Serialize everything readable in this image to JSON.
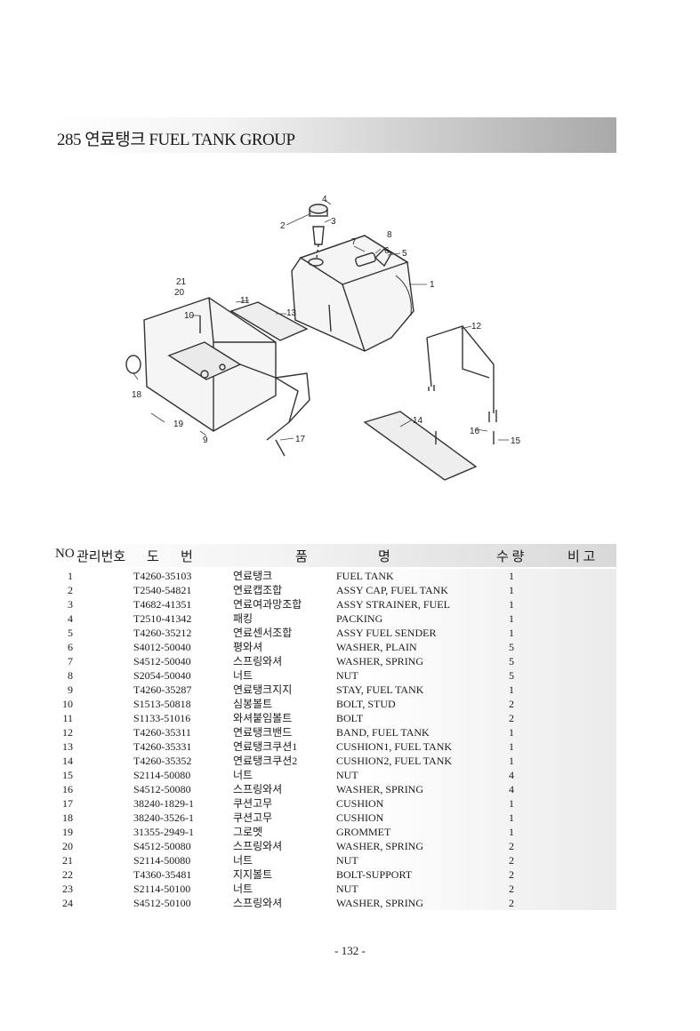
{
  "header": {
    "number": "285",
    "title_kr": "연료탱크",
    "title_en": "FUEL TANK GROUP"
  },
  "table_header": {
    "no": "NO",
    "mgmt": "관리번호",
    "drawing_1": "도",
    "drawing_2": "번",
    "name_1": "품",
    "name_2": "명",
    "qty": "수 량",
    "remark": "비 고"
  },
  "diagram_callouts": [
    "1",
    "2",
    "3",
    "4",
    "5",
    "6",
    "7",
    "8",
    "9",
    "10",
    "11",
    "12",
    "13",
    "14",
    "15",
    "16",
    "17",
    "18",
    "19",
    "20",
    "21"
  ],
  "parts": [
    {
      "no": "1",
      "part_no": "T4260-35103",
      "name_kr": "연료탱크",
      "name_en": "FUEL TANK",
      "qty": "1"
    },
    {
      "no": "2",
      "part_no": "T2540-54821",
      "name_kr": "연료캡조합",
      "name_en": "ASSY CAP, FUEL TANK",
      "qty": "1"
    },
    {
      "no": "3",
      "part_no": "T4682-41351",
      "name_kr": "연료여과망조합",
      "name_en": "ASSY STRAINER, FUEL",
      "qty": "1"
    },
    {
      "no": "4",
      "part_no": "T2510-41342",
      "name_kr": "패킹",
      "name_en": "PACKING",
      "qty": "1"
    },
    {
      "no": "5",
      "part_no": "T4260-35212",
      "name_kr": "연료센서조합",
      "name_en": "ASSY FUEL SENDER",
      "qty": "1"
    },
    {
      "no": "6",
      "part_no": "S4012-50040",
      "name_kr": "평와셔",
      "name_en": "WASHER, PLAIN",
      "qty": "5"
    },
    {
      "no": "7",
      "part_no": "S4512-50040",
      "name_kr": "스프링와셔",
      "name_en": "WASHER, SPRING",
      "qty": "5"
    },
    {
      "no": "8",
      "part_no": "S2054-50040",
      "name_kr": "너트",
      "name_en": "NUT",
      "qty": "5"
    },
    {
      "no": "9",
      "part_no": "T4260-35287",
      "name_kr": "연료탱크지지",
      "name_en": "STAY, FUEL TANK",
      "qty": "1"
    },
    {
      "no": "10",
      "part_no": "S1513-50818",
      "name_kr": "심봉볼트",
      "name_en": "BOLT, STUD",
      "qty": "2"
    },
    {
      "no": "11",
      "part_no": "S1133-51016",
      "name_kr": "와셔붙임볼트",
      "name_en": "BOLT",
      "qty": "2"
    },
    {
      "no": "12",
      "part_no": "T4260-35311",
      "name_kr": "연료탱크밴드",
      "name_en": "BAND, FUEL TANK",
      "qty": "1"
    },
    {
      "no": "13",
      "part_no": "T4260-35331",
      "name_kr": "연료탱크쿠션1",
      "name_en": "CUSHION1, FUEL TANK",
      "qty": "1"
    },
    {
      "no": "14",
      "part_no": "T4260-35352",
      "name_kr": "연료탱크쿠션2",
      "name_en": "CUSHION2, FUEL TANK",
      "qty": "1"
    },
    {
      "no": "15",
      "part_no": "S2114-50080",
      "name_kr": "너트",
      "name_en": "NUT",
      "qty": "4"
    },
    {
      "no": "16",
      "part_no": "S4512-50080",
      "name_kr": "스프링와셔",
      "name_en": "WASHER, SPRING",
      "qty": "4"
    },
    {
      "no": "17",
      "part_no": "38240-1829-1",
      "name_kr": "쿠션고무",
      "name_en": "CUSHION",
      "qty": "1"
    },
    {
      "no": "18",
      "part_no": "38240-3526-1",
      "name_kr": "쿠션고무",
      "name_en": "CUSHION",
      "qty": "1"
    },
    {
      "no": "19",
      "part_no": "31355-2949-1",
      "name_kr": "그로멧",
      "name_en": "GROMMET",
      "qty": "1"
    },
    {
      "no": "20",
      "part_no": "S4512-50080",
      "name_kr": "스프링와셔",
      "name_en": "WASHER, SPRING",
      "qty": "2"
    },
    {
      "no": "21",
      "part_no": "S2114-50080",
      "name_kr": "너트",
      "name_en": "NUT",
      "qty": "2"
    },
    {
      "no": "22",
      "part_no": "T4360-35481",
      "name_kr": "지지볼트",
      "name_en": "BOLT-SUPPORT",
      "qty": "2"
    },
    {
      "no": "23",
      "part_no": "S2114-50100",
      "name_kr": "너트",
      "name_en": "NUT",
      "qty": "2"
    },
    {
      "no": "24",
      "part_no": "S4512-50100",
      "name_kr": "스프링와셔",
      "name_en": "WASHER, SPRING",
      "qty": "2"
    }
  ],
  "footer": {
    "page": "- 132 -"
  }
}
